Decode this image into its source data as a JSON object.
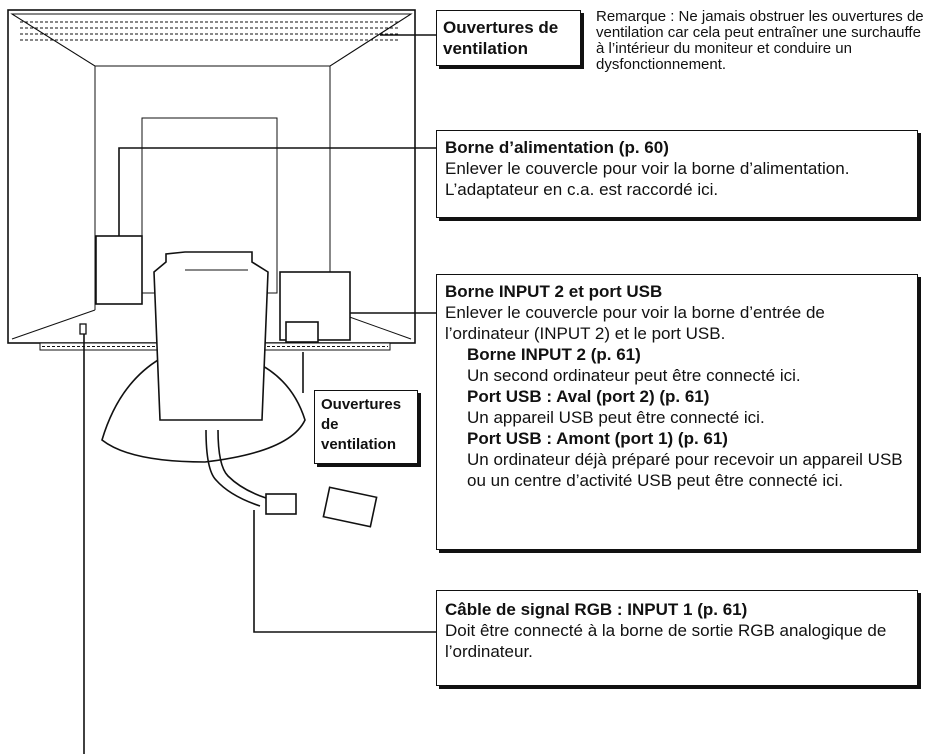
{
  "vents_top": {
    "title": "Ouvertures de ventilation"
  },
  "remark": "Remarque : Ne jamais obstruer les ouvertures de ventilation car cela peut entraîner une surchauffe à l’intérieur du moniteur et conduire un dysfonctionnement.",
  "power": {
    "title": "Borne d’alimentation (p. 60)",
    "text": "Enlever le couvercle pour voir la borne d’alimentation. L’adaptateur en c.a. est raccordé ici."
  },
  "input2": {
    "title": "Borne INPUT 2 et port USB",
    "text": "Enlever le couvercle pour voir la borne d’entrée de l’ordinateur (INPUT 2) et le port USB.",
    "items": [
      {
        "title": "Borne INPUT 2 (p. 61)",
        "text": "Un second ordinateur peut être connecté ici."
      },
      {
        "title": "Port USB : Aval (port 2) (p. 61)",
        "text": "Un appareil USB peut être connecté ici."
      },
      {
        "title": "Port USB : Amont (port 1) (p. 61)",
        "text": "Un ordinateur déjà préparé pour recevoir un appareil USB ou un centre d’activité USB peut être connecté ici."
      }
    ]
  },
  "vents_bottom": {
    "title": "Ouvertures de ventilation"
  },
  "rgb": {
    "title": "Câble de signal RGB : INPUT 1 (p. 61)",
    "text": "Doit être connecté à la borne de sortie RGB analogique de l’ordinateur."
  },
  "colors": {
    "ink": "#111111",
    "paper": "#ffffff"
  }
}
